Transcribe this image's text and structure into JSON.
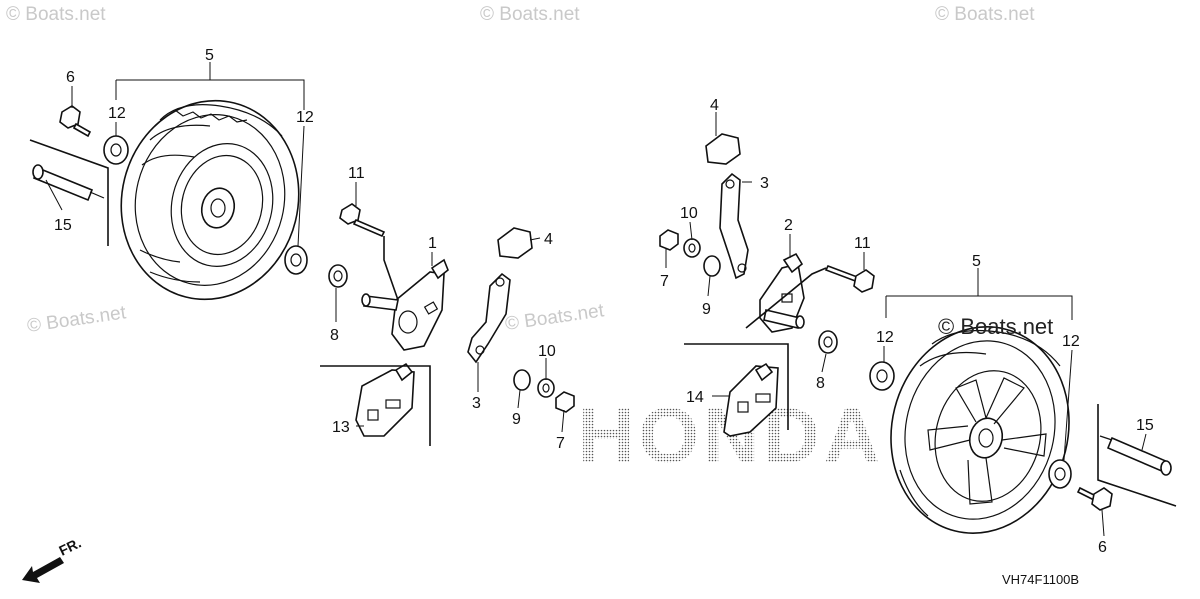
{
  "watermarks": {
    "top_left": "© Boats.net",
    "top_center": "© Boats.net",
    "top_right": "© Boats.net",
    "mid_left": "© Boats.net",
    "mid_center": "© Boats.net",
    "right_wheel": "© Boats.net"
  },
  "brand_watermark": "HONDA",
  "diagram_code": "VH74F1100B",
  "direction_label": "FR.",
  "callouts": {
    "c1": "1",
    "c2": "2",
    "c3a": "3",
    "c3b": "3",
    "c4a": "4",
    "c4b": "4",
    "c5a": "5",
    "c5b": "5",
    "c6a": "6",
    "c6b": "6",
    "c7a": "7",
    "c7b": "7",
    "c8a": "8",
    "c8b": "8",
    "c9a": "9",
    "c9b": "9",
    "c10a": "10",
    "c10b": "10",
    "c11a": "11",
    "c11b": "11",
    "c12a": "12",
    "c12b": "12",
    "c12c": "12",
    "c12d": "12",
    "c13": "13",
    "c14": "14",
    "c15a": "15",
    "c15b": "15"
  }
}
